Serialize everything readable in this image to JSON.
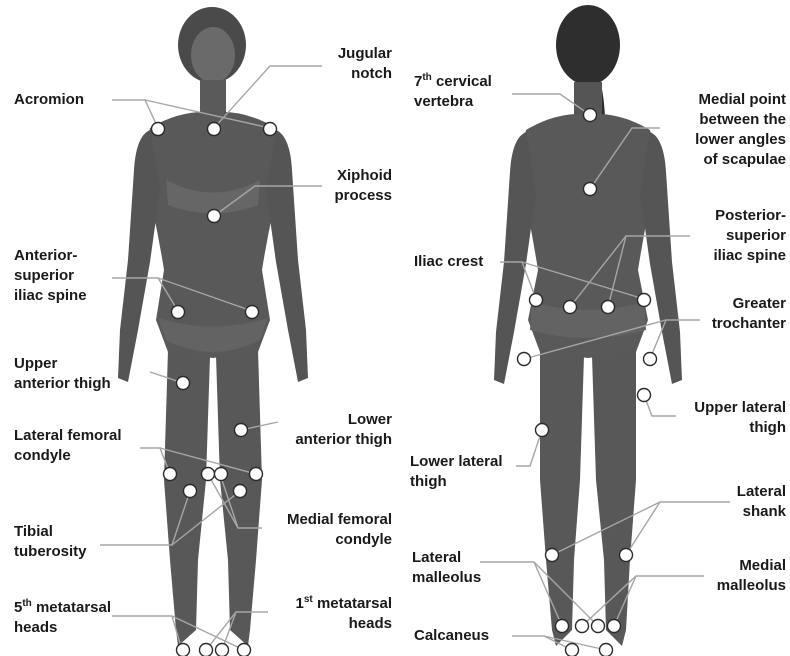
{
  "figure": {
    "colors": {
      "body": "#595959",
      "body_shade": "#4a4a4a",
      "hair": "#2e2e2e",
      "line": "#a6a6a6",
      "marker_fill": "#ffffff",
      "marker_stroke": "#2a2a2a",
      "text": "#1a1a1a"
    },
    "front_view": {
      "labels": {
        "acromion": "Acromion",
        "jugular_notch": [
          "Jugular",
          "notch"
        ],
        "xiphoid_process": [
          "Xiphoid",
          "process"
        ],
        "asis": [
          "Anterior-",
          "superior",
          "iliac spine"
        ],
        "upper_anterior_thigh": [
          "Upper",
          "anterior thigh"
        ],
        "lower_anterior_thigh": [
          "Lower",
          "anterior thigh"
        ],
        "lateral_femoral_condyle": [
          "Lateral femoral",
          "condyle"
        ],
        "medial_femoral_condyle": [
          "Medial femoral",
          "condyle"
        ],
        "tibial_tuberosity": [
          "Tibial",
          "tuberosity"
        ],
        "fifth_metatarsal": {
          "num": "5",
          "sup": "th",
          "rest": " metatarsal",
          "line2": "heads"
        },
        "first_metatarsal": {
          "num": "1",
          "sup": "st",
          "rest": " metatarsal",
          "line2": "heads"
        }
      }
    },
    "back_view": {
      "labels": {
        "c7": {
          "num": "7",
          "sup": "th",
          "rest": " cervical",
          "line2": "vertebra"
        },
        "scapulae": [
          "Medial point",
          "between the",
          "lower angles",
          "of scapulae"
        ],
        "iliac_crest": "Iliac crest",
        "psis": [
          "Posterior-",
          "superior",
          "iliac spine"
        ],
        "greater_trochanter": [
          "Greater",
          "trochanter"
        ],
        "upper_lateral_thigh": [
          "Upper lateral",
          "thigh"
        ],
        "lower_lateral_thigh": [
          "Lower lateral",
          "thigh"
        ],
        "lateral_shank": [
          "Lateral",
          "shank"
        ],
        "lateral_malleolus": [
          "Lateral",
          "malleolus"
        ],
        "medial_malleolus": [
          "Medial",
          "malleolus"
        ],
        "calcaneus": "Calcaneus"
      }
    }
  }
}
